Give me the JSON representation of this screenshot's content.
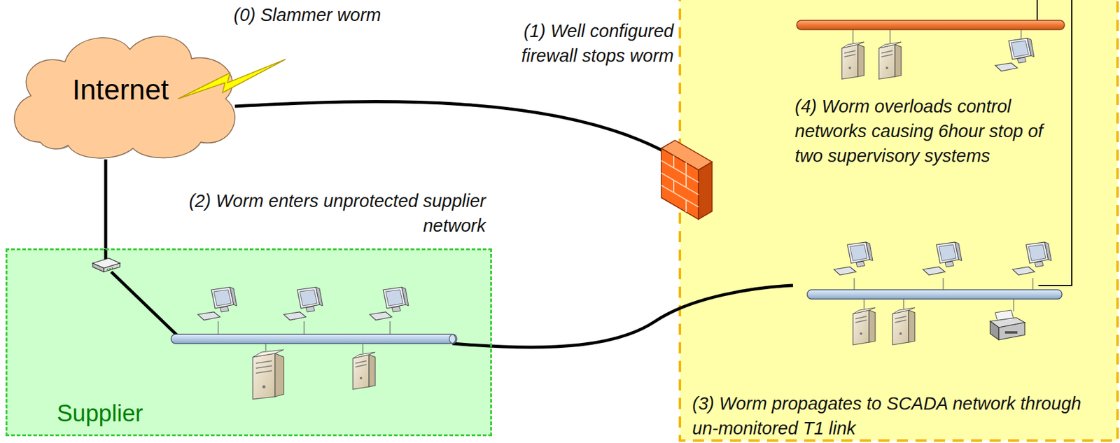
{
  "diagram": {
    "nodes": [
      {
        "text": [
          "Internet"
        ]
      },
      {
        "text": [
          "Supplier"
        ]
      }
    ],
    "edges": [
      {
        "from": 0,
        "to": 1,
        "arrow": "none"
      }
    ],
    "labels": [
      "(0) Slammer worm",
      "(1) Well configured firewall stops worm",
      "(2) Worm enters unprotected supplier network",
      "(4) Worm overloads control networks causing 6hour stop of two supervisory systems",
      "(3) Worm propagates to SCADA network through un-monitored T1 link"
    ]
  }
}
